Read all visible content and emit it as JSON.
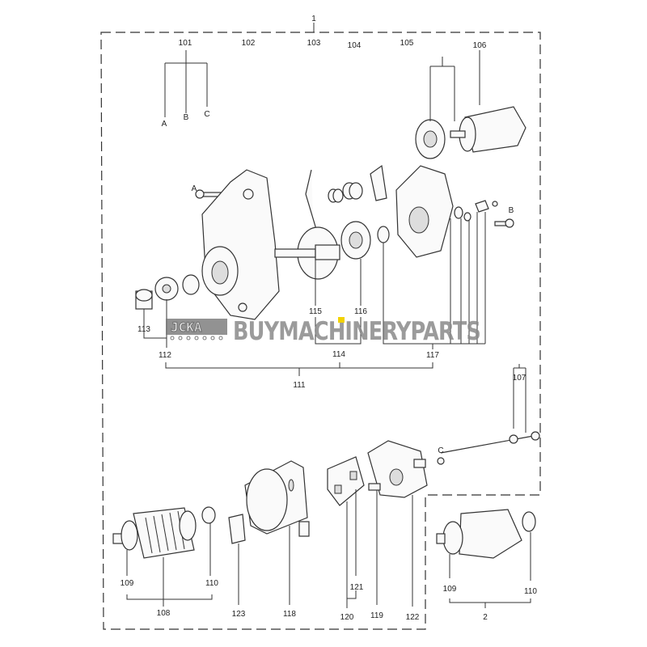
{
  "diagram": {
    "labels": {
      "assembly": "1",
      "l101": "101",
      "l102": "102",
      "l103": "103",
      "l104": "104",
      "l105": "105",
      "l106": "106",
      "l107": "107",
      "l108": "108",
      "l109": "109",
      "l110": "110",
      "l111": "111",
      "l112": "112",
      "l113": "113",
      "l114": "114",
      "l115": "115",
      "l116": "116",
      "l117": "117",
      "l118": "118",
      "l119": "119",
      "l120": "120",
      "l121": "121",
      "l122": "122",
      "l123": "123",
      "sub_assembly": "2",
      "A": "A",
      "B": "B",
      "C": "C"
    },
    "watermark": {
      "logo_text": "JCKA",
      "text": "BUYMACHINERYPARTS",
      "accent_color": "#f2d200"
    }
  }
}
